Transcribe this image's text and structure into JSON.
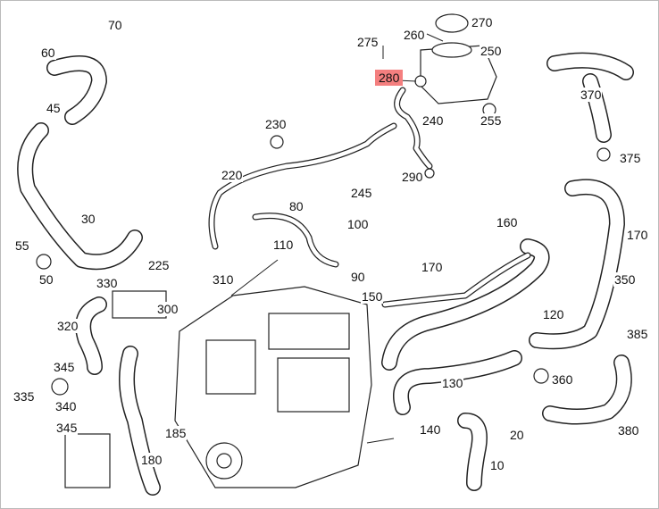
{
  "diagram": {
    "highlight_color": "#f47f7f",
    "highlighted_part": "280",
    "labels": [
      "70",
      "60",
      "45",
      "30",
      "55",
      "50",
      "225",
      "310",
      "330",
      "300",
      "320",
      "345",
      "335",
      "340",
      "345",
      "185",
      "180",
      "230",
      "220",
      "80",
      "100",
      "110",
      "90",
      "245",
      "275",
      "260",
      "270",
      "250",
      "280",
      "240",
      "255",
      "290",
      "370",
      "375",
      "160",
      "170",
      "170",
      "350",
      "150",
      "120",
      "385",
      "360",
      "130",
      "140",
      "20",
      "10",
      "380"
    ]
  }
}
